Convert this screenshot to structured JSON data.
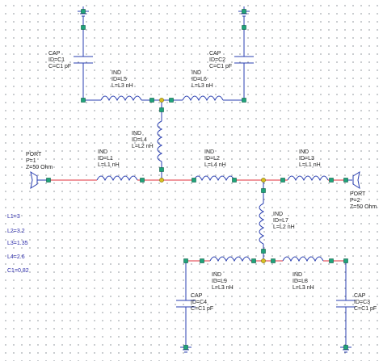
{
  "components": {
    "C1": {
      "lines": [
        "CAP",
        "ID=C1",
        "C=C1 pF"
      ]
    },
    "C2": {
      "lines": [
        "CAP",
        "ID=C2",
        "C=C1 pF"
      ]
    },
    "C3": {
      "lines": [
        "CAP",
        "ID=C3",
        "C=C1 pF"
      ]
    },
    "C4": {
      "lines": [
        "CAP",
        "ID=C4",
        "C=C1 pF"
      ]
    },
    "L1": {
      "lines": [
        "IND",
        "ID=L1",
        "L=L1 nH"
      ]
    },
    "L2": {
      "lines": [
        "IND",
        "ID=L2",
        "L=L4 nH"
      ]
    },
    "L3": {
      "lines": [
        "IND",
        "ID=L3",
        "L=L1 nH"
      ]
    },
    "L4": {
      "lines": [
        "IND",
        "ID=L4",
        "L=L2 nH"
      ]
    },
    "L5": {
      "lines": [
        "IND",
        "ID=L5",
        "L=L3 nH"
      ]
    },
    "L6": {
      "lines": [
        "IND",
        "ID=L6",
        "L=L3 nH"
      ]
    },
    "L7": {
      "lines": [
        "IND",
        "ID=L7",
        "L=L2 nH"
      ]
    },
    "L8": {
      "lines": [
        "IND",
        "ID=L8",
        "L=L3 nH"
      ]
    },
    "L9": {
      "lines": [
        "IND",
        "ID=L9",
        "L=L3 nH"
      ]
    },
    "P1": {
      "lines": [
        "PORT",
        "P=1",
        "Z=50 Ohm"
      ]
    },
    "P2": {
      "lines": [
        "PORT",
        "P=2",
        "Z=50 Ohm"
      ]
    }
  },
  "variables": [
    "L1=3",
    "L2=3.2",
    "L3=1.35",
    "L4=2.6",
    "C1=0.82"
  ],
  "colors": {
    "wire": "#2a3fb0",
    "rf_path": "#e0323c",
    "node_square": "#1fa37a",
    "junction": "#d8c020",
    "variables_text": "#2a2aa8"
  }
}
